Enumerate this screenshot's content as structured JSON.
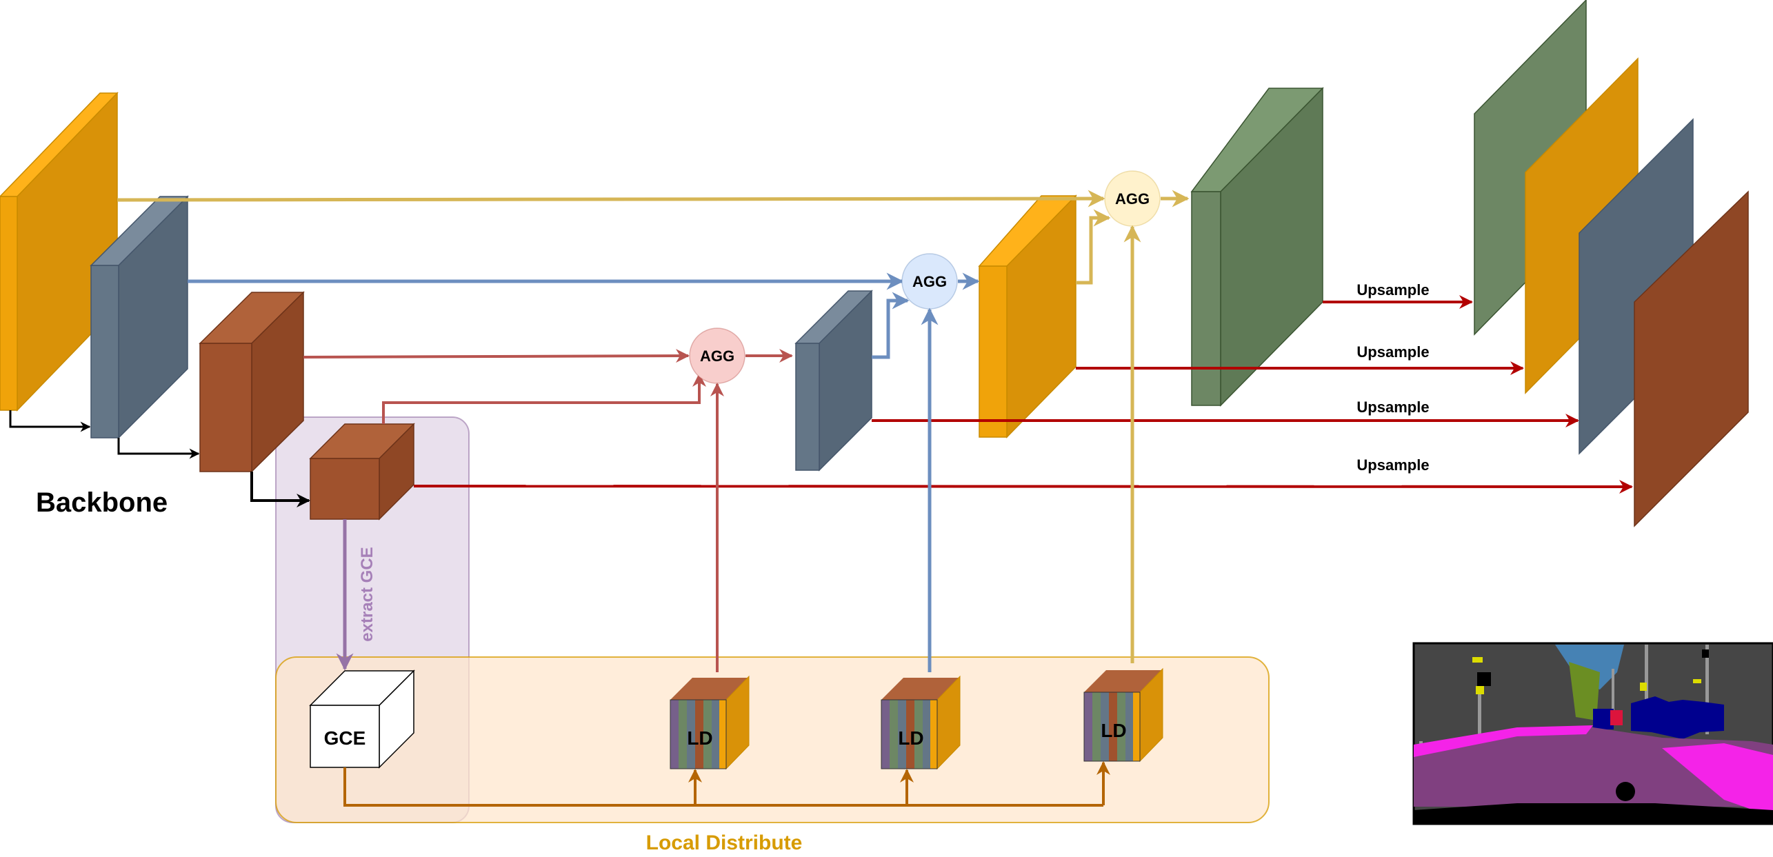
{
  "labels": {
    "backbone": "Backbone",
    "local_distribute": "Local Distribute",
    "extract_gce": "extract GCE",
    "gce": "GCE",
    "ld": "LD",
    "agg": "AGG",
    "upsample": "Upsample"
  },
  "colors": {
    "orange_block": "#f0a30a",
    "slate_block": "#647687",
    "brown_block": "#a0522d",
    "green_block": "#6d8764",
    "gold_arrow": "#d6b656",
    "blue_arrow": "#6c8ebf",
    "red_arrow": "#b85450",
    "dark_red_arrow": "#b20000",
    "bronze_arrow": "#b46504",
    "purple_region": "#e1d5e7",
    "orange_region": "#ffe6cc"
  }
}
